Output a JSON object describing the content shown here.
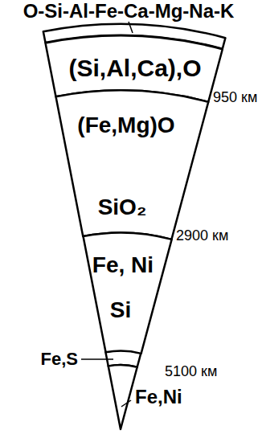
{
  "diagram": {
    "nodes": [
      {
        "text": [
          "(Si,Al,Ca),O"
        ]
      },
      {
        "text": [
          "(Fe,Mg)O",
          "SiO₂"
        ]
      },
      {
        "text": [
          "Fe, Ni",
          "Si"
        ]
      }
    ],
    "labels": [
      "O-Si-Al-Fe-Ca-Mg-Na-K",
      "950 км",
      "2900 км",
      "Fe,S",
      "5100 км",
      "Fe,Ni"
    ]
  }
}
